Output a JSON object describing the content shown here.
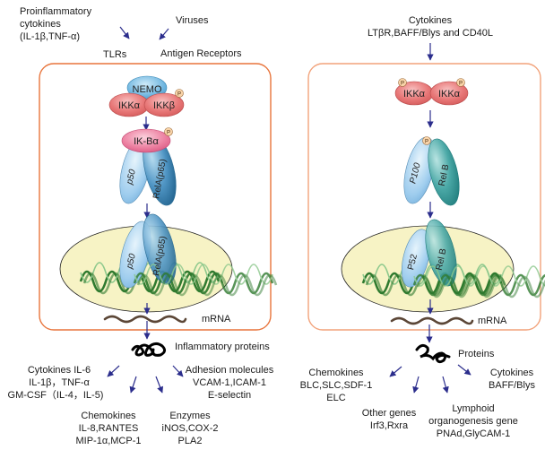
{
  "left_pathway": {
    "inputs": {
      "proinflammatory": [
        "Proinflammatory",
        "cytokines",
        "(IL-1β,TNF-α)"
      ],
      "viruses": "Viruses",
      "tlrs": "TLRs",
      "antigen_receptors": "Antigen Receptors"
    },
    "complex": {
      "nemo": "NEMO",
      "ikk_alpha": "IKKα",
      "ikk_beta": "IKKβ",
      "ikb": "IK-Bα",
      "p50": "p50",
      "rela": "RelA(p65)"
    },
    "nucleus": {
      "p50": "p50",
      "rela": "RelA(p65)"
    },
    "mrna": "mRNA",
    "proteins_label": "Inflammatory proteins",
    "outputs": {
      "cytokines": [
        "Cytokines IL-6",
        "IL-1β，TNF-α",
        "GM-CSF（IL-4，IL-5)"
      ],
      "chemokines": [
        "Chemokines",
        "IL-8,RANTES",
        "MIP-1α,MCP-1"
      ],
      "enzymes": [
        "Enzymes",
        "iNOS,COX-2",
        "PLA2"
      ],
      "adhesion": [
        "Adhesion molecules",
        "VCAM-1,ICAM-1",
        "E-selectin"
      ]
    }
  },
  "right_pathway": {
    "inputs": [
      "Cytokines",
      "LTβR,BAFF/Blys and CD40L"
    ],
    "complex": {
      "ikk_alpha_1": "IKKα",
      "ikk_alpha_2": "IKKα",
      "p100": "P100",
      "relb": "Rel B"
    },
    "nucleus": {
      "p52": "P52",
      "relb": "Rel B"
    },
    "mrna": "mRNA",
    "proteins_label": "Proteins",
    "outputs": {
      "chemokines": [
        "Chemokines",
        "BLC,SLC,SDF-1",
        "ELC"
      ],
      "other_genes": [
        "Other genes",
        "Irf3,Rxra"
      ],
      "lymphoid": [
        "Lymphoid",
        "organogenesis gene",
        "PNAd,GlyCAM-1"
      ],
      "cytokines": [
        "Cytokines",
        "BAFF/Blys"
      ]
    }
  },
  "phosphate_label": "P",
  "colors": {
    "cell_border_left": "#e8743b",
    "cell_border_right": "#f2a27a",
    "nucleus_fill": "#f7f3c5",
    "arrow": "#2b2d8c",
    "ikk": "#e06a6a",
    "nemo": "#6fb6e0",
    "dna": "#2f7a2f",
    "mrna": "#5b4636"
  }
}
